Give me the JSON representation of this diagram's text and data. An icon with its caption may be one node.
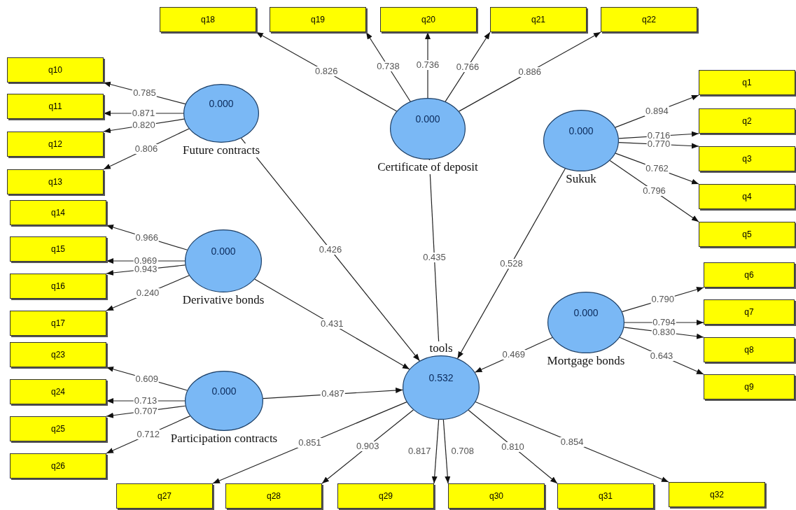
{
  "diagram": {
    "nodes": [
      {
        "text": [
          "0.000"
        ],
        "beside": [
          "Future contracts"
        ]
      },
      {
        "text": [
          "0.000"
        ],
        "beside": [
          "Certificate of deposit"
        ]
      },
      {
        "text": [
          "0.000"
        ],
        "beside": [
          "Sukuk"
        ]
      },
      {
        "text": [
          "0.000"
        ],
        "beside": [
          "Derivative bonds"
        ]
      },
      {
        "text": [
          "0.000"
        ],
        "beside": [
          "Mortgage bonds"
        ]
      },
      {
        "text": [
          "0.000"
        ],
        "beside": [
          "Participation contracts"
        ]
      },
      {
        "text": [
          "0.532"
        ],
        "beside": [
          "tools"
        ]
      },
      {
        "text": [
          "q1"
        ]
      },
      {
        "text": [
          "q2"
        ]
      },
      {
        "text": [
          "q3"
        ]
      },
      {
        "text": [
          "q4"
        ]
      },
      {
        "text": [
          "q5"
        ]
      },
      {
        "text": [
          "q6"
        ]
      },
      {
        "text": [
          "q7"
        ]
      },
      {
        "text": [
          "q8"
        ]
      },
      {
        "text": [
          "q9"
        ]
      },
      {
        "text": [
          "q10"
        ]
      },
      {
        "text": [
          "q11"
        ]
      },
      {
        "text": [
          "q12"
        ]
      },
      {
        "text": [
          "q13"
        ]
      },
      {
        "text": [
          "q14"
        ]
      },
      {
        "text": [
          "q15"
        ]
      },
      {
        "text": [
          "q16"
        ]
      },
      {
        "text": [
          "q17"
        ]
      },
      {
        "text": [
          "q18"
        ]
      },
      {
        "text": [
          "q19"
        ]
      },
      {
        "text": [
          "q20"
        ]
      },
      {
        "text": [
          "q21"
        ]
      },
      {
        "text": [
          "q22"
        ]
      },
      {
        "text": [
          "q23"
        ]
      },
      {
        "text": [
          "q24"
        ]
      },
      {
        "text": [
          "q25"
        ]
      },
      {
        "text": [
          "q26"
        ]
      },
      {
        "text": [
          "q27"
        ]
      },
      {
        "text": [
          "q28"
        ]
      },
      {
        "text": [
          "q29"
        ]
      },
      {
        "text": [
          "q30"
        ]
      },
      {
        "text": [
          "q31"
        ]
      },
      {
        "text": [
          "q32"
        ]
      }
    ],
    "edges": [
      {
        "from": 0,
        "to": 16,
        "arrow": "to",
        "label": "0.785"
      },
      {
        "from": 0,
        "to": 17,
        "arrow": "to",
        "label": "0.871"
      },
      {
        "from": 0,
        "to": 18,
        "arrow": "to",
        "label": "0.820"
      },
      {
        "from": 0,
        "to": 19,
        "arrow": "to",
        "label": "0.806"
      },
      {
        "from": 1,
        "to": 24,
        "arrow": "to",
        "label": "0.826"
      },
      {
        "from": 1,
        "to": 25,
        "arrow": "to",
        "label": "0.738"
      },
      {
        "from": 1,
        "to": 26,
        "arrow": "to",
        "label": "0.736"
      },
      {
        "from": 1,
        "to": 27,
        "arrow": "to",
        "label": "0.766"
      },
      {
        "from": 1,
        "to": 28,
        "arrow": "to",
        "label": "0.886"
      },
      {
        "from": 2,
        "to": 7,
        "arrow": "to",
        "label": "0.894"
      },
      {
        "from": 2,
        "to": 8,
        "arrow": "to",
        "label": "0.716"
      },
      {
        "from": 2,
        "to": 9,
        "arrow": "to",
        "label": "0.770"
      },
      {
        "from": 2,
        "to": 10,
        "arrow": "to",
        "label": "0.762"
      },
      {
        "from": 2,
        "to": 11,
        "arrow": "to",
        "label": "0.796"
      },
      {
        "from": 3,
        "to": 20,
        "arrow": "to",
        "label": "0.966"
      },
      {
        "from": 3,
        "to": 21,
        "arrow": "to",
        "label": "0.969"
      },
      {
        "from": 3,
        "to": 22,
        "arrow": "to",
        "label": "0.943"
      },
      {
        "from": 3,
        "to": 23,
        "arrow": "to",
        "label": "0.240"
      },
      {
        "from": 4,
        "to": 12,
        "arrow": "to",
        "label": "0.790"
      },
      {
        "from": 4,
        "to": 13,
        "arrow": "to",
        "label": "0.794"
      },
      {
        "from": 4,
        "to": 14,
        "arrow": "to",
        "label": "0.830"
      },
      {
        "from": 4,
        "to": 15,
        "arrow": "to",
        "label": "0.643"
      },
      {
        "from": 5,
        "to": 29,
        "arrow": "to",
        "label": "0.609"
      },
      {
        "from": 5,
        "to": 30,
        "arrow": "to",
        "label": "0.713"
      },
      {
        "from": 5,
        "to": 31,
        "arrow": "to",
        "label": "0.707"
      },
      {
        "from": 5,
        "to": 32,
        "arrow": "to",
        "label": "0.712"
      },
      {
        "from": 0,
        "to": 6,
        "arrow": "to",
        "label": "0.426"
      },
      {
        "from": 1,
        "to": 6,
        "arrow": "to",
        "label": "0.435"
      },
      {
        "from": 2,
        "to": 6,
        "arrow": "to",
        "label": "0.528"
      },
      {
        "from": 3,
        "to": 6,
        "arrow": "to",
        "label": "0.431"
      },
      {
        "from": 4,
        "to": 6,
        "arrow": "to",
        "label": "0.469"
      },
      {
        "from": 5,
        "to": 6,
        "arrow": "to",
        "label": "0.487"
      },
      {
        "from": 6,
        "to": 33,
        "arrow": "to",
        "label": "0.851"
      },
      {
        "from": 6,
        "to": 34,
        "arrow": "to",
        "label": "0.903"
      },
      {
        "from": 6,
        "to": 35,
        "arrow": "to",
        "label": "0.817"
      },
      {
        "from": 6,
        "to": 36,
        "arrow": "to",
        "label": "0.708"
      },
      {
        "from": 6,
        "to": 37,
        "arrow": "to",
        "label": "0.810"
      },
      {
        "from": 6,
        "to": 38,
        "arrow": "to",
        "label": "0.854"
      }
    ]
  }
}
